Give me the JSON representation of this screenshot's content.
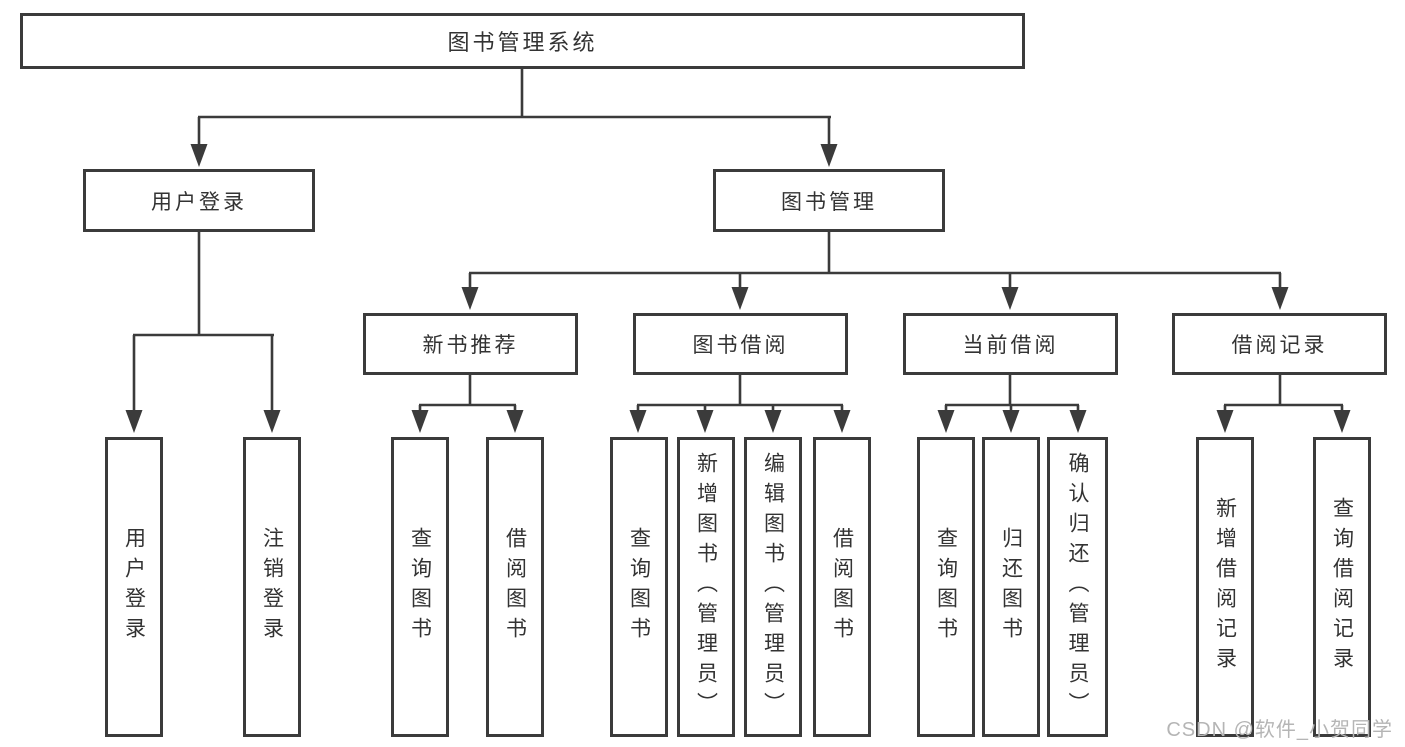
{
  "title": {
    "label": "图书管理系统"
  },
  "branches": {
    "user_login": {
      "label": "用户登录",
      "children": [
        {
          "label": "用户登录"
        },
        {
          "label": "注销登录"
        }
      ]
    },
    "book_mgmt": {
      "label": "图书管理",
      "children": [
        {
          "label": "新书推荐",
          "children": [
            {
              "label": "查询图书"
            },
            {
              "label": "借阅图书"
            }
          ]
        },
        {
          "label": "图书借阅",
          "children": [
            {
              "label": "查询图书"
            },
            {
              "label": "新增图书（管理员）"
            },
            {
              "label": "编辑图书（管理员）"
            },
            {
              "label": "借阅图书"
            }
          ]
        },
        {
          "label": "当前借阅",
          "children": [
            {
              "label": "查询图书"
            },
            {
              "label": "归还图书"
            },
            {
              "label": "确认归还（管理员）"
            }
          ]
        },
        {
          "label": "借阅记录",
          "children": [
            {
              "label": "新增借阅记录"
            },
            {
              "label": "查询借阅记录"
            }
          ]
        }
      ]
    }
  },
  "watermark": "CSDN @软件_小贺同学",
  "colors": {
    "line": "#3b3b3b",
    "text": "#333333",
    "watermark": "#b5b5b5",
    "background": "#ffffff"
  }
}
